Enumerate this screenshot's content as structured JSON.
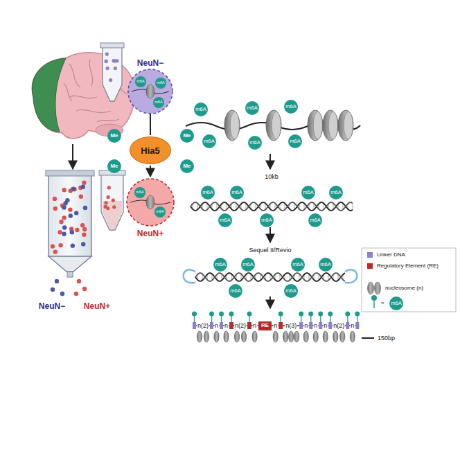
{
  "diagram": {
    "nodes": [
      {
        "text": [
          "NeuN−"
        ]
      },
      {
        "text": [
          "m6A"
        ],
        "in": 0
      },
      {
        "text": [
          "m6A"
        ],
        "in": 0
      },
      {
        "text": [
          "m6A"
        ],
        "in": 0
      },
      {
        "text": [
          "Me"
        ]
      },
      {
        "text": [
          "Me"
        ]
      },
      {
        "text": [
          "Hia5"
        ]
      },
      {
        "text": [
          "Me"
        ]
      },
      {
        "text": [
          "Me"
        ]
      },
      {
        "text": [
          "NeuN+"
        ]
      },
      {
        "text": [
          "m6A"
        ],
        "in": 9
      },
      {
        "text": [
          "m6A"
        ],
        "in": 9
      },
      {
        "text": [
          "m6A"
        ]
      },
      {
        "text": [
          "m6A"
        ]
      },
      {
        "text": [
          "m6A"
        ]
      },
      {
        "text": [
          "m6A"
        ]
      },
      {
        "text": [
          "m6A"
        ]
      },
      {
        "text": [
          "m6A"
        ]
      },
      {
        "text": [
          "m6A"
        ]
      },
      {
        "text": [
          "m6A"
        ]
      },
      {
        "text": [
          "m6A"
        ]
      },
      {
        "text": [
          "m6A"
        ]
      },
      {
        "text": [
          "m6A"
        ]
      },
      {
        "text": [
          "m6A"
        ]
      },
      {
        "text": [
          "m6A"
        ]
      },
      {
        "text": [
          "m6A"
        ]
      },
      {
        "text": [
          "m6A"
        ]
      },
      {
        "text": [
          "m6A"
        ]
      },
      {
        "text": [
          "m6A"
        ]
      },
      {
        "text": [
          "m6A"
        ]
      },
      {
        "text": [
          "m6A"
        ]
      },
      {
        "text": [
          "RE"
        ]
      },
      {
        "text": [
          "m6A"
        ]
      }
    ],
    "edges": [
      {
        "from": 6,
        "to": 0,
        "arrow": "to"
      },
      {
        "from": 6,
        "to": 9,
        "arrow": "to"
      }
    ],
    "labels": [
      "NeuN−",
      "NeuN+",
      "10kb",
      "Sequel II/Revio",
      "n(2)",
      "n",
      "n",
      "n(2)",
      "n",
      "n",
      "n(3)",
      "n",
      "n",
      "n",
      "n(2)",
      "n",
      "150bp"
    ],
    "legend": [
      {
        "text": "Linker DNA",
        "color": "#8f7ec9"
      },
      {
        "text": "Regulatory Element (RE)",
        "color": "#c0282d"
      },
      {
        "text": "nucleosome (n)"
      },
      {
        "text": "="
      }
    ]
  }
}
